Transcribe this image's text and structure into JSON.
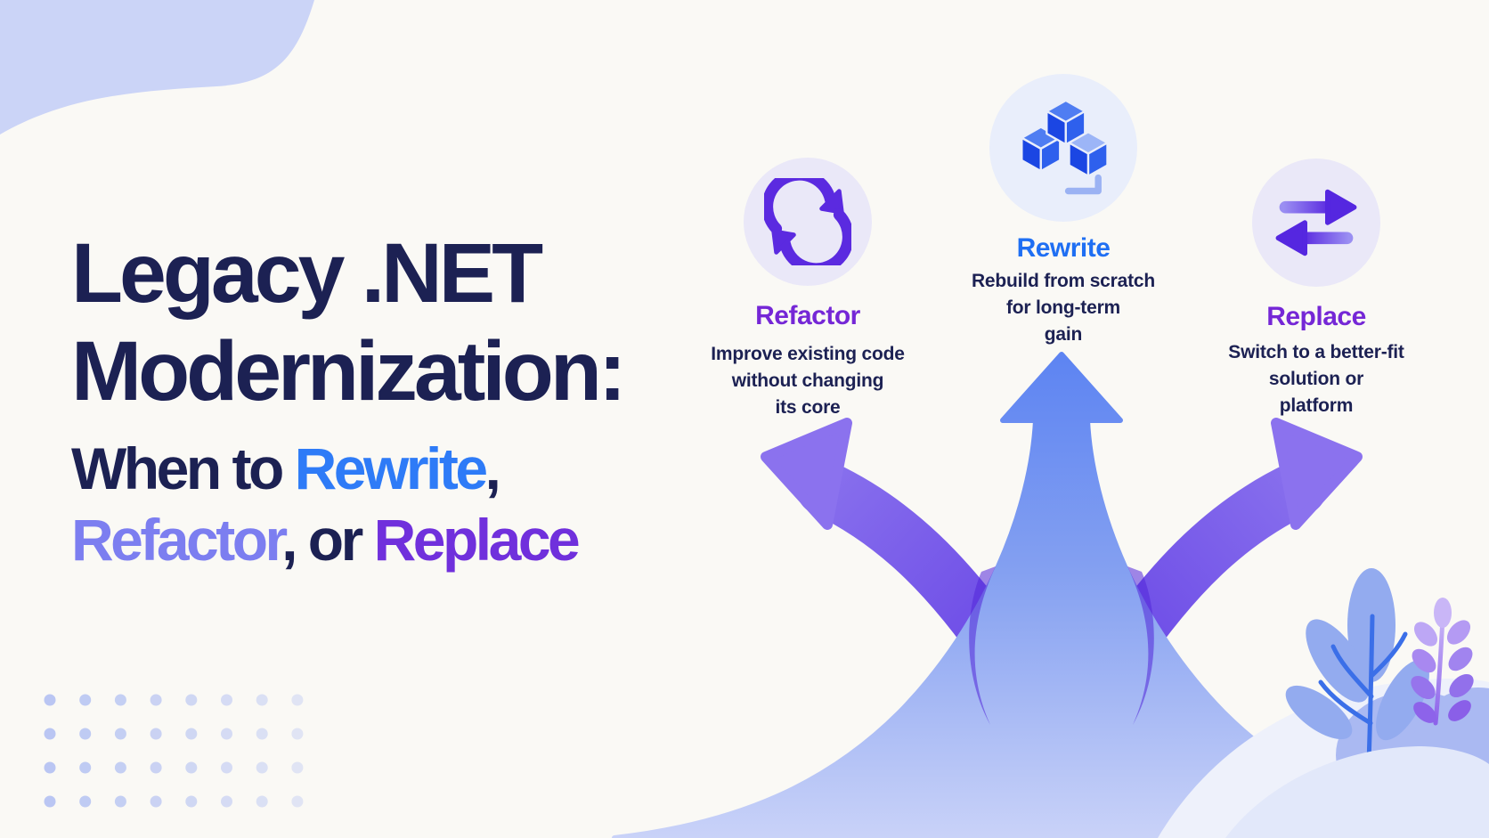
{
  "page": {
    "background_color": "#faf9f5",
    "description": "Infographic: legacy .NET modernization decision paths"
  },
  "headline": {
    "line1": "Legacy .NET",
    "line2": "Modernization:",
    "line3_parts": [
      {
        "text": "When to ",
        "color": "#1c2153"
      },
      {
        "text": "Rewrite",
        "color": "#2e7bf7"
      },
      {
        "text": ",",
        "color": "#1c2153"
      }
    ],
    "line4_parts": [
      {
        "text": "Refactor",
        "color": "#7c7ef0"
      },
      {
        "text": ", or ",
        "color": "#1c2153"
      },
      {
        "text": "Replace",
        "color": "#7030dc"
      }
    ]
  },
  "options": [
    {
      "id": "refactor",
      "label": "Refactor",
      "label_color": "#7527d6",
      "icon": "refresh-cycle-icon",
      "icon_color": "#5b2ae0",
      "circle_color": "#eae8f8",
      "desc_lines": [
        "Improve existing code",
        "without changing",
        "its core"
      ]
    },
    {
      "id": "rewrite",
      "label": "Rewrite",
      "label_color": "#1f6ff3",
      "icon": "stacked-cubes-icon",
      "icon_color": "#1b46e3",
      "circle_color": "#e9eefb",
      "desc_lines": [
        "Rebuild from scratch",
        "for long-term",
        "gain"
      ]
    },
    {
      "id": "replace",
      "label": "Replace",
      "label_color": "#7527d6",
      "icon": "swap-arrows-icon",
      "icon_color": "#5527e0",
      "circle_color": "#eae8f8",
      "desc_lines": [
        "Switch to a better-fit",
        "solution or",
        "platform"
      ]
    }
  ],
  "illustration": {
    "road_color_top": "#5d84f2",
    "road_color_bottom": "#c9d2f8",
    "branch_arrow_color": "#8b72ee",
    "corner_blob_color": "#cbd4f7",
    "dot_grid_color": "#b6c3f2",
    "hill_colors": [
      "#eef1fb",
      "#aab9f2",
      "#e2e8fa"
    ],
    "plant_leaf_color": "#93abef",
    "plant_stem_color": "#3b6fe8",
    "sprig_color": "#8d63ea"
  }
}
